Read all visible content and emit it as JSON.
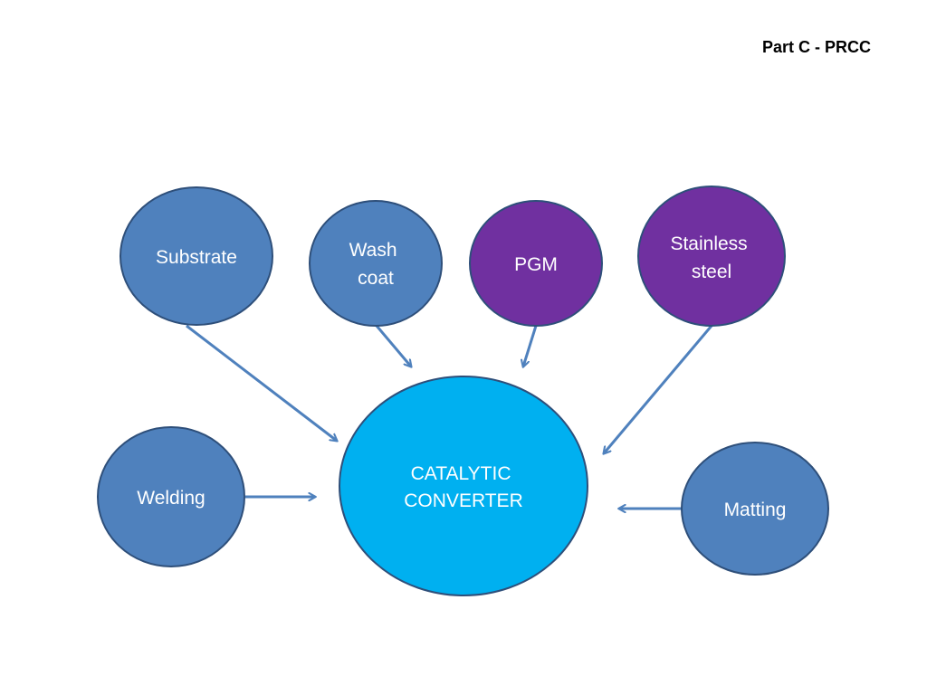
{
  "header": {
    "title": "Part C - PRCC"
  },
  "diagram": {
    "center": {
      "lines": [
        "CATALYTIC",
        "CONVERTER"
      ],
      "color": "#00b0f0"
    },
    "nodes": [
      {
        "id": "substrate",
        "lines": [
          "Substrate"
        ],
        "color": "#4f81bd"
      },
      {
        "id": "wash-coat",
        "lines": [
          "Wash",
          "coat"
        ],
        "color": "#4f81bd"
      },
      {
        "id": "pgm",
        "lines": [
          "PGM"
        ],
        "color": "#7030a0"
      },
      {
        "id": "stainless-steel",
        "lines": [
          "Stainless",
          "steel"
        ],
        "color": "#7030a0"
      },
      {
        "id": "welding",
        "lines": [
          "Welding"
        ],
        "color": "#4f81bd"
      },
      {
        "id": "matting",
        "lines": [
          "Matting"
        ],
        "color": "#4f81bd"
      }
    ],
    "outline_color": "#2e4f7a",
    "arrow_color": "#4f81bd"
  }
}
